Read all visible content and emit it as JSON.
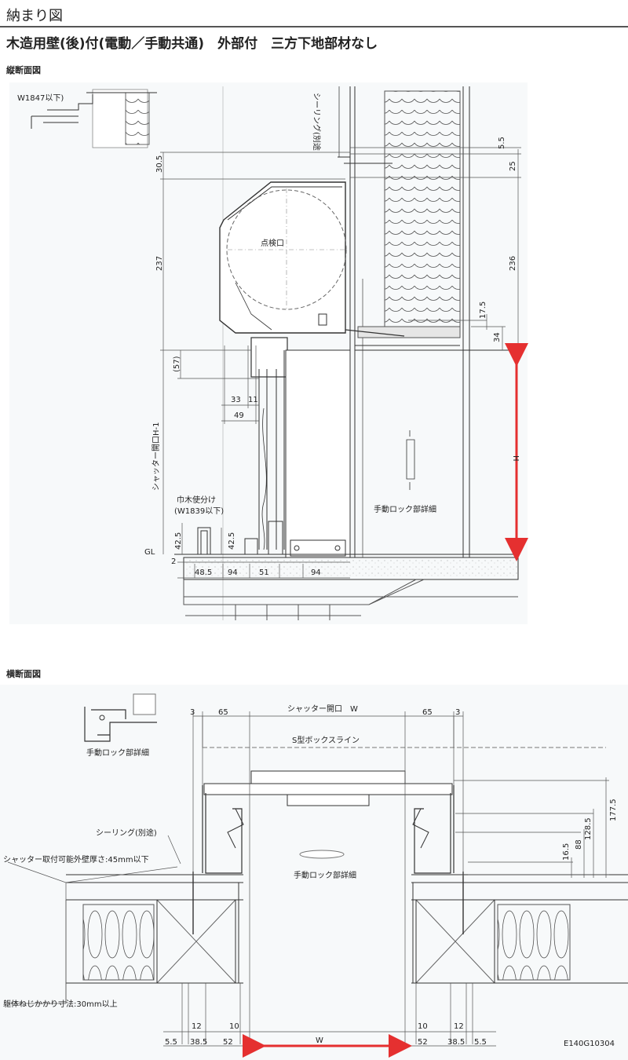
{
  "header": {
    "title": "納まり図",
    "subtitle": "木造用壁(後)付(電動／手動共通)　外部付　三方下地部材なし"
  },
  "vertical_section": {
    "heading": "縦断面図",
    "inset_label": "W1847以下)",
    "sealing_label": "シーリング(別途",
    "inspection_label": "点検口",
    "opening_label": "シャッター開口H-1",
    "h_label": "H",
    "baseboard_label": "巾木使分け",
    "baseboard_sub": "(W1839以下)",
    "lock_detail": "手動ロック部詳細",
    "gl": "GL",
    "dims": {
      "d30_5": "30.5",
      "d237": "237",
      "d57": "(57)",
      "d42_5a": "42.5",
      "d42_5b": "42.5",
      "d2": "2",
      "d33": "33",
      "d11": "11",
      "d49": "49",
      "d48_5": "48.5",
      "d94a": "94",
      "d51": "51",
      "d94b": "94",
      "d5_5": "5.5",
      "d25": "25",
      "d236": "236",
      "d17_5": "17.5",
      "d34": "34"
    }
  },
  "horizontal_section": {
    "heading": "横断面図",
    "lock_detail_left": "手動ロック部詳細",
    "lock_detail_center": "手動ロック部詳細",
    "opening_label": "シャッター開口　W",
    "box_line": "S型ボックスライン",
    "sealing_label": "シーリング(別途)",
    "wall_thickness": "シャッター取付可能外壁厚さ:45mm以下",
    "screw_depth": "躯体ねじかかり寸法:30mm以上",
    "w_label": "W",
    "dims": {
      "top3l": "3",
      "top65l": "65",
      "top65r": "65",
      "top3r": "3",
      "r16_5": "16.5",
      "r88": "88",
      "r128_5": "128.5",
      "r177_5": "177.5",
      "b12l": "12",
      "b10l": "10",
      "b10r": "10",
      "b12r": "12",
      "b5_5l": "5.5",
      "b38_5l": "38.5",
      "b52l": "52",
      "b52r": "52",
      "b38_5r": "38.5",
      "b5_5r": "5.5"
    }
  },
  "drawing_code": "E140G10304",
  "colors": {
    "arrow": "#e53030",
    "line": "#333333",
    "dim": "#555555",
    "panel": "#f7f9fa",
    "ground": "#ecece8"
  }
}
